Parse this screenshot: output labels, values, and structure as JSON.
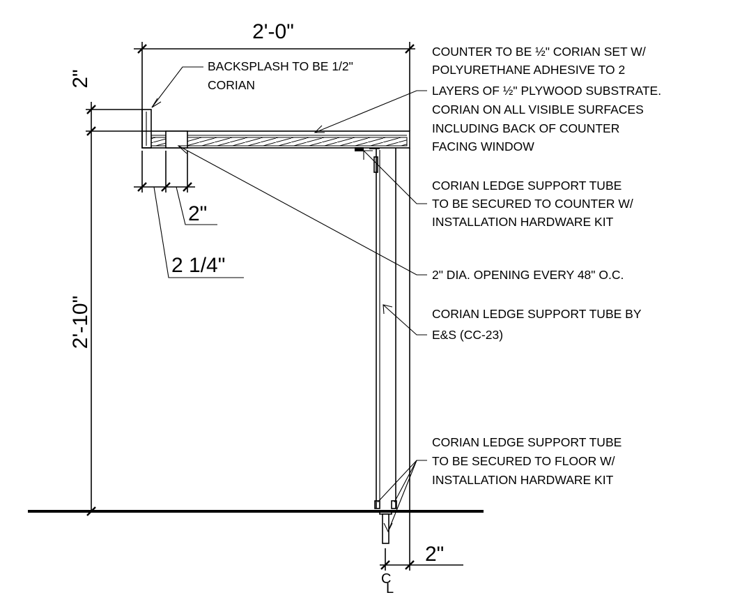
{
  "dimensions": {
    "overall_width": "2'-0\"",
    "backsplash_height": "2\"",
    "backsplash_depth": "2\"",
    "opening_offset": "2 1/4\"",
    "counter_height": "2'-10\"",
    "tube_offset": "2\""
  },
  "notes": {
    "backsplash": [
      "BACKSPLASH TO BE 1/2\"",
      "CORIAN"
    ],
    "counter": [
      "COUNTER TO BE ½\" CORIAN SET W/",
      "POLYURETHANE ADHESIVE TO 2",
      "LAYERS OF ½\" PLYWOOD SUBSTRATE.",
      "CORIAN ON ALL VISIBLE SURFACES",
      "INCLUDING BACK OF COUNTER",
      "FACING WINDOW"
    ],
    "tube_to_counter": [
      "CORIAN LEDGE SUPPORT TUBE",
      "TO BE SECURED TO COUNTER W/",
      "INSTALLATION HARDWARE KIT"
    ],
    "opening": "2\" DIA. OPENING EVERY 48\" O.C.",
    "tube": [
      "CORIAN LEDGE SUPPORT TUBE BY",
      "E&S (CC-23)"
    ],
    "tube_to_floor": [
      "CORIAN LEDGE SUPPORT TUBE",
      "TO BE SECURED TO FLOOR W/",
      "INSTALLATION HARDWARE KIT"
    ]
  },
  "centerline": {
    "upper": "C",
    "lower": "L"
  }
}
